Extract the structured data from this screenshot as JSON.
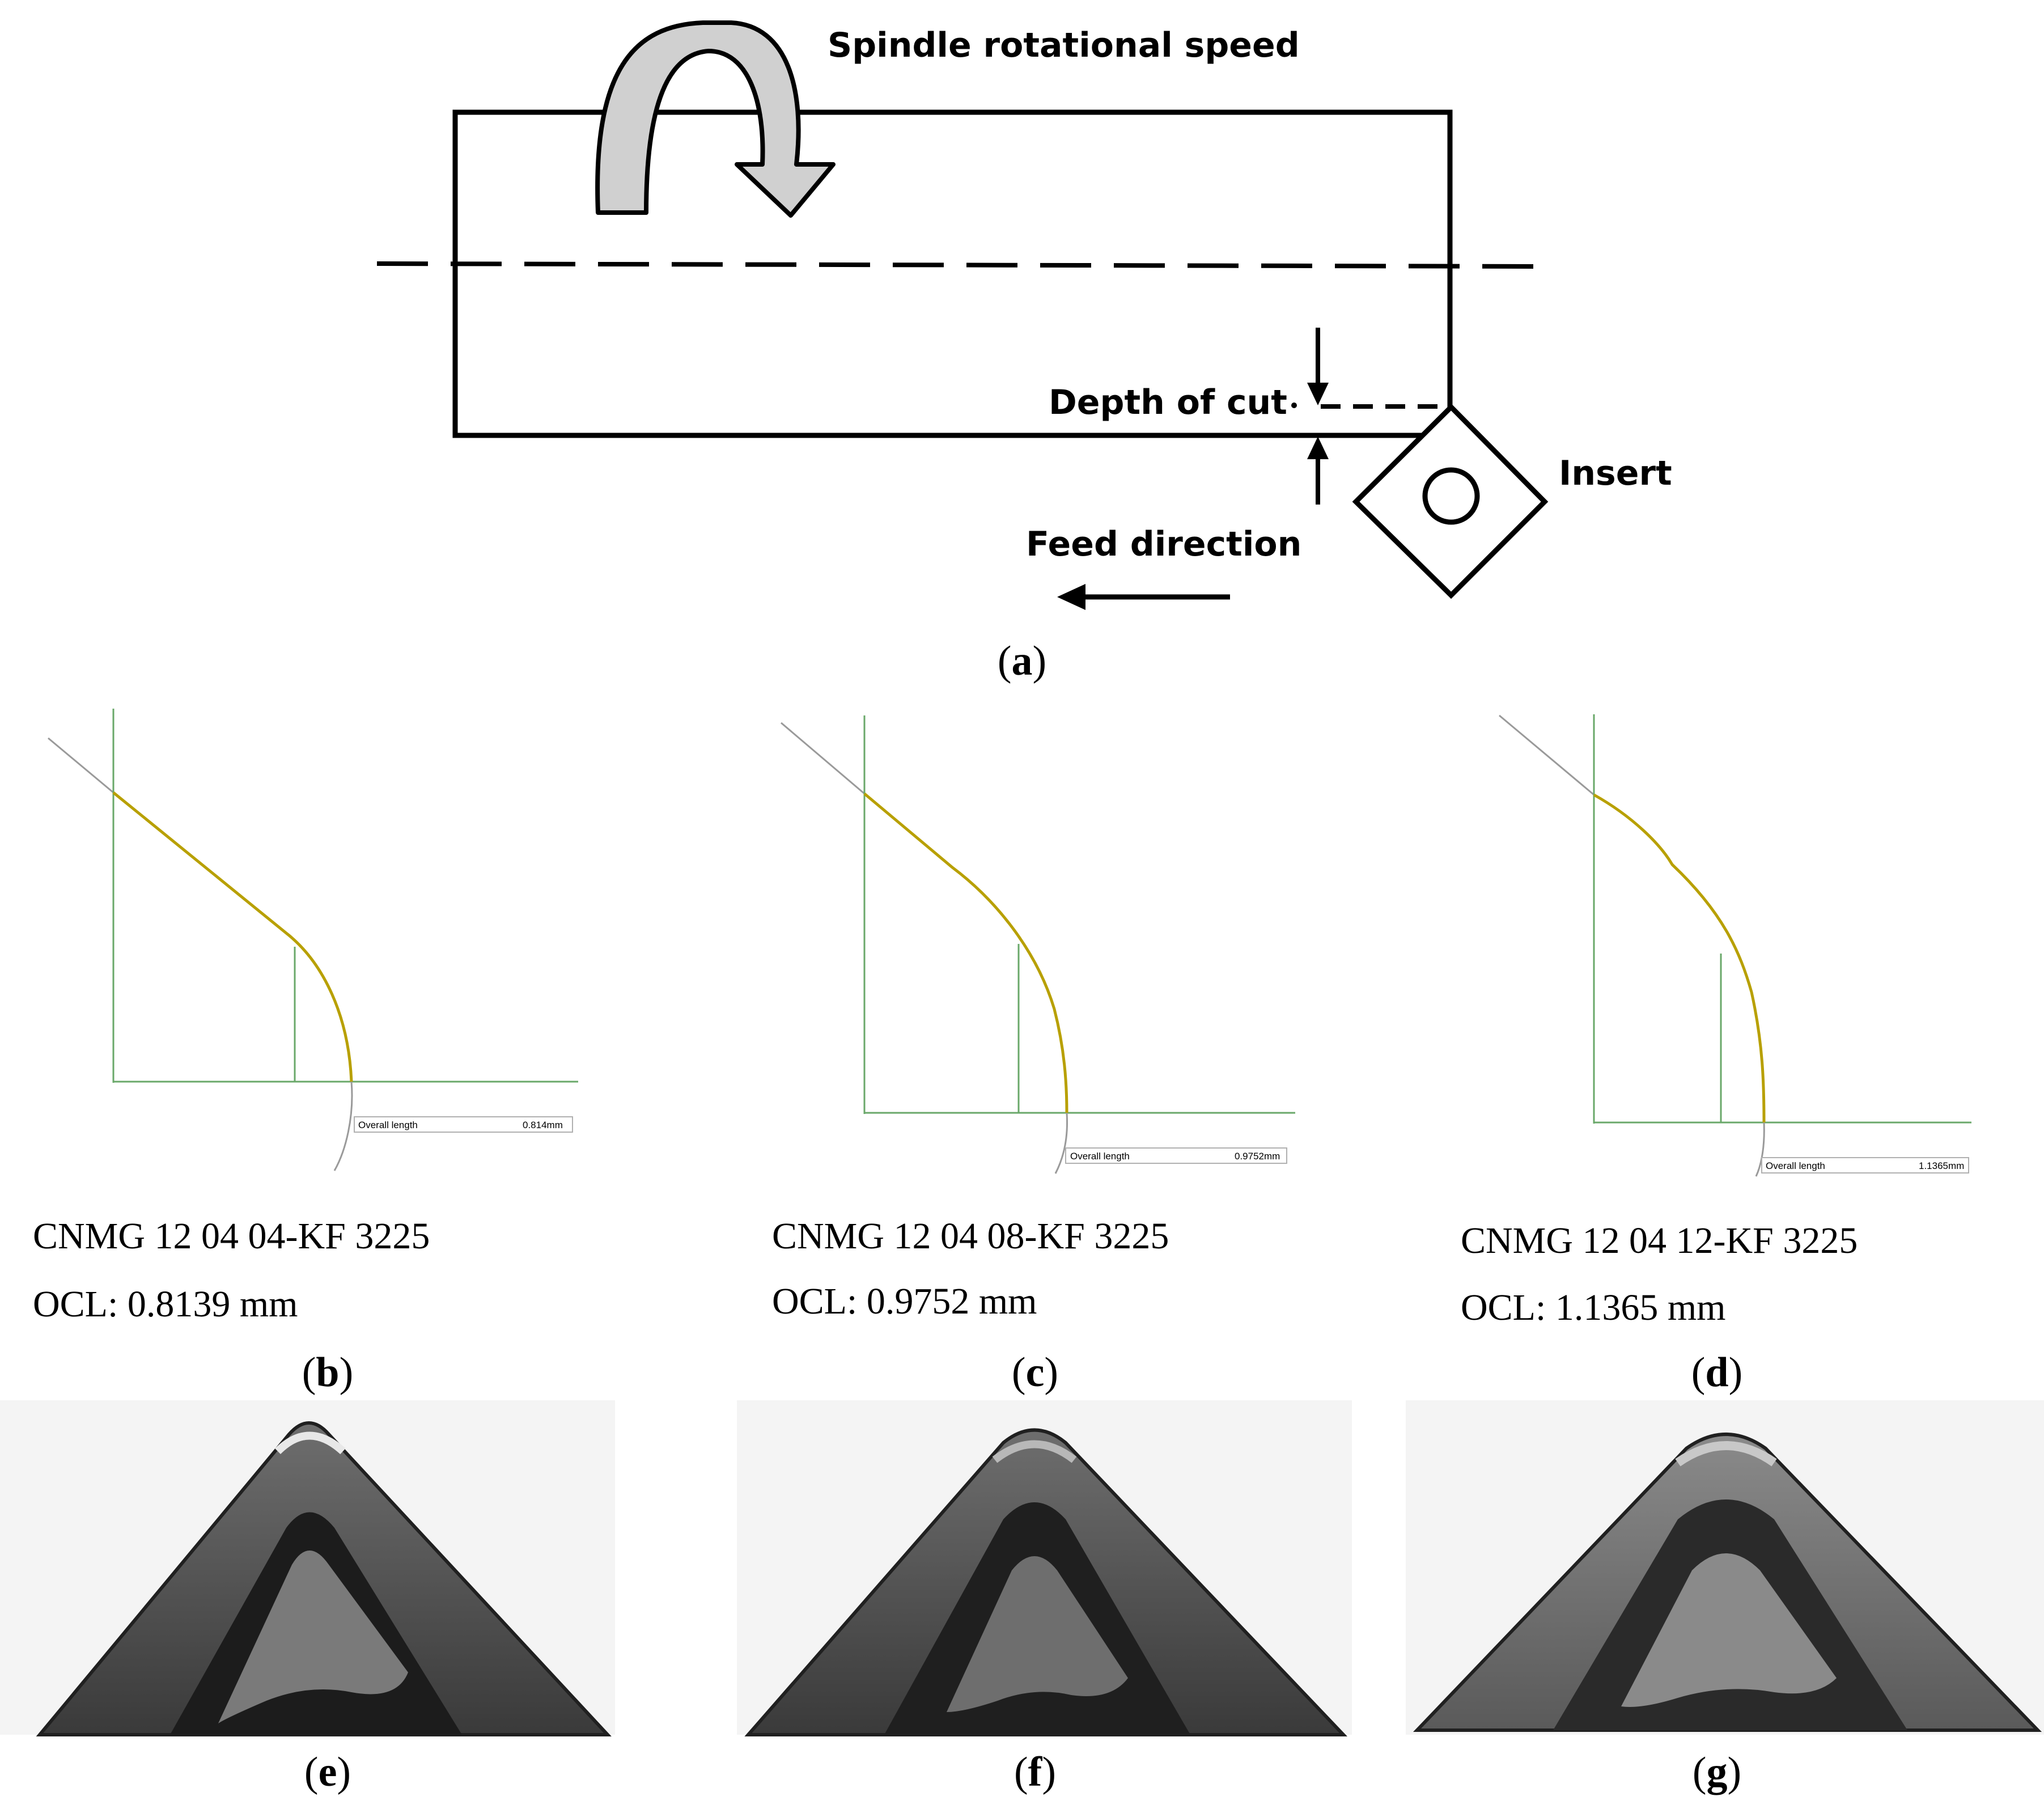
{
  "panel_a": {
    "label_spindle": "Spindle rotational speed",
    "label_depth": "Depth of cut",
    "label_insert": "Insert",
    "label_feed": "Feed direction"
  },
  "captions": {
    "a": "a",
    "b": "b",
    "c": "c",
    "d": "d",
    "e": "e",
    "f": "f",
    "g": "g"
  },
  "profiles": [
    {
      "name": "CNMG 12 04 04-KF 3225",
      "ocl": "OCL: 0.8139 mm",
      "field_label": "Overall length",
      "field_value": "0.814mm"
    },
    {
      "name": "CNMG 12 04 08-KF 3225",
      "ocl": "OCL: 0.9752 mm",
      "field_label": "Overall length",
      "field_value": "0.9752mm"
    },
    {
      "name": "CNMG 12 04 12-KF 3225",
      "ocl": "OCL: 1.1365 mm",
      "field_label": "Overall length",
      "field_value": "1.1365mm"
    }
  ],
  "colors": {
    "profile_line": "#b8a000",
    "guide_line": "#6aa86a",
    "gray_line": "#9a9a9a",
    "outline": "#000000",
    "arrow_fill": "#cfcfcf"
  }
}
